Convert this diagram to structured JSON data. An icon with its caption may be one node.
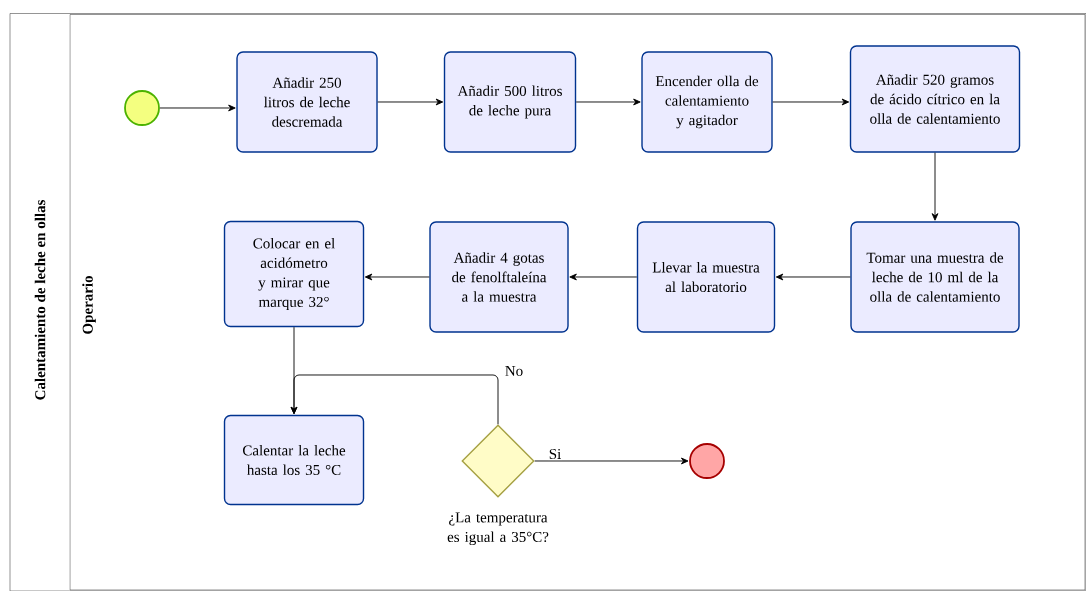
{
  "diagram": {
    "nodes": [
      {
        "text": [
          "Calentamiento de leche en ollas"
        ]
      },
      {
        "text": [
          "Operario"
        ],
        "in": 0
      },
      {
        "text": [],
        "shape": "circle",
        "in": 1
      },
      {
        "text": [
          "Añadir 250 litros de leche descremada"
        ],
        "in": 1
      },
      {
        "text": [
          "Añadir 500 litros de leche pura"
        ],
        "in": 1
      },
      {
        "text": [
          "Encender olla de calentamiento y agitador"
        ],
        "in": 1
      },
      {
        "text": [
          "Añadir 520 gramos de ácido cítrico en la olla de calentamiento"
        ],
        "in": 1
      },
      {
        "text": [
          "Tomar una muestra de leche de 10 ml de la olla de calentamiento"
        ],
        "in": 1
      },
      {
        "text": [
          "Llevar la muestra al laboratorio"
        ],
        "in": 1
      },
      {
        "text": [
          "Añadir 4 gotas de fenolftaleína a la muestra"
        ],
        "in": 1
      },
      {
        "text": [
          "Colocar en el acidómetro y mirar que marque 32°"
        ],
        "in": 1
      },
      {
        "text": [
          "Calentar la leche hasta los 35 °C"
        ],
        "in": 1
      },
      {
        "text": [
          "¿La temperatura es igual a 35°C?"
        ],
        "in": 1
      },
      {
        "text": [],
        "shape": "circle",
        "in": 1
      }
    ],
    "edges": [
      {
        "from": 2,
        "to": 3,
        "arrow": "to"
      },
      {
        "from": 3,
        "to": 4,
        "arrow": "to"
      },
      {
        "from": 4,
        "to": 5,
        "arrow": "to"
      },
      {
        "from": 5,
        "to": 6,
        "arrow": "to"
      },
      {
        "from": 6,
        "to": 7,
        "arrow": "to"
      },
      {
        "from": 7,
        "to": 8,
        "arrow": "to"
      },
      {
        "from": 8,
        "to": 9,
        "arrow": "to"
      },
      {
        "from": 9,
        "to": 10,
        "arrow": "to"
      },
      {
        "from": 10,
        "to": 11,
        "arrow": "to"
      },
      {
        "from": 12,
        "to": 11,
        "arrow": "to",
        "label": "No"
      },
      {
        "from": 12,
        "to": 13,
        "arrow": "to",
        "label": "Si"
      }
    ]
  }
}
